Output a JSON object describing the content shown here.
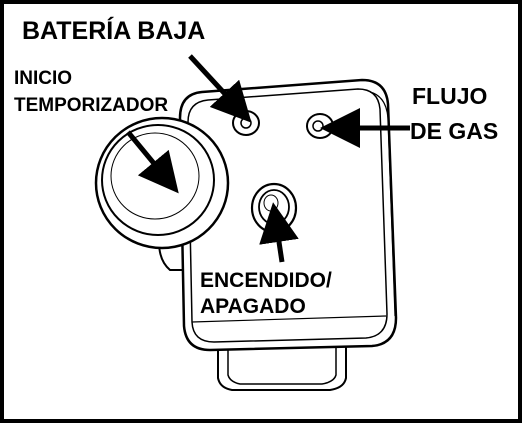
{
  "labels": {
    "low_battery": "BATERÍA BAJA",
    "timer_start_line1": "INICIO",
    "timer_start_line2": "TEMPORIZADOR",
    "gas_flow_line1": "FLUJO",
    "gas_flow_line2": "DE GAS",
    "power_line1": "ENCENDIDO/",
    "power_line2": "APAGADO"
  },
  "colors": {
    "ink": "#000000",
    "paper": "#ffffff"
  }
}
